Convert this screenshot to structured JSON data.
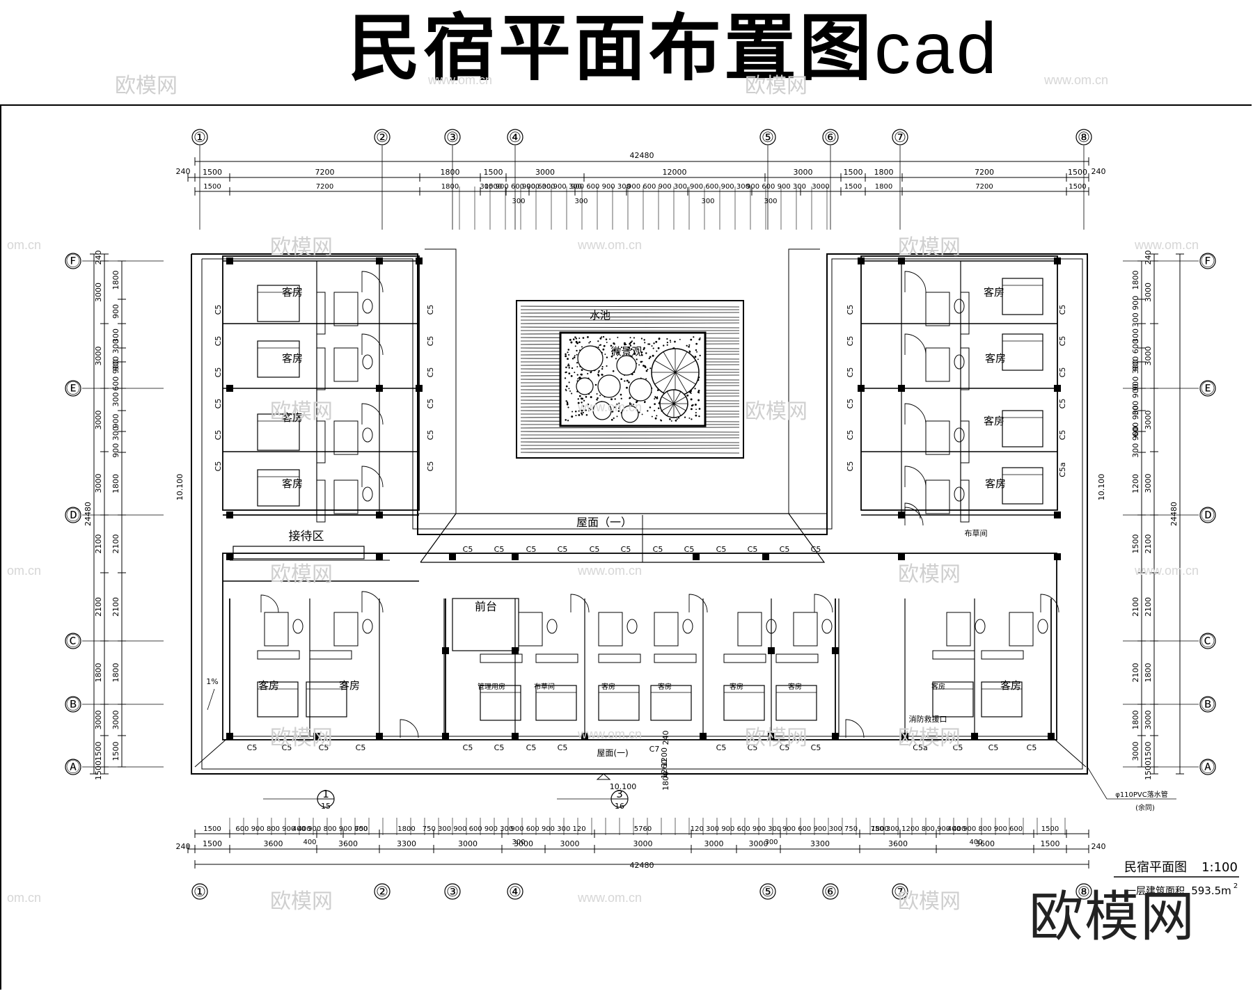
{
  "title": {
    "main": "民宿平面布置图",
    "suffix": "cad"
  },
  "axes": {
    "vertical": [
      "①",
      "②",
      "③",
      "④",
      "⑤",
      "⑥",
      "⑦",
      "⑧"
    ],
    "horizontal": [
      "Ⓕ",
      "Ⓔ",
      "Ⓓ",
      "Ⓒ",
      "Ⓑ",
      "Ⓐ"
    ]
  },
  "dimensions": {
    "total_width": "42480",
    "total_depth": "24480",
    "top_row1": [
      "240",
      "1500",
      "7200",
      "1800",
      "1500",
      "3000",
      "12000",
      "3000",
      "1500",
      "1800",
      "7200",
      "1500",
      "240"
    ],
    "top_row2": [
      "1500",
      "7200",
      "1800",
      "1500",
      "300|900|600|900|300",
      "900|600|900|300",
      "900|600|900|300",
      "900|600|900|300",
      "900|600|900|300",
      "900|600|900|300",
      "1500",
      "1800",
      "7200",
      "1500"
    ],
    "top_300": [
      "300",
      "300",
      "300",
      "300"
    ],
    "bottom_row1": [
      "1500",
      "600|900|800|900|400",
      "400|900|800|900|600",
      "750",
      "1800",
      "750|300|900|600|900|300",
      "900|600|900|300|120",
      "5760",
      "120|300|900|600|900|300",
      "900|600|900|300|750",
      "1800",
      "750|300|1200|800|900|400",
      "400|900|800|900|600",
      "1500"
    ],
    "bottom_row2": [
      "240",
      "1500",
      "3600",
      "3600",
      "3300",
      "3000",
      "3000",
      "3000",
      "3000",
      "3000",
      "3000",
      "3300",
      "3600",
      "3600",
      "1500",
      "240"
    ],
    "bottom_small": [
      "400",
      "300",
      "300",
      "400"
    ],
    "left_outer": [
      "240",
      "3000",
      "3000",
      "3000",
      "3000",
      "2100",
      "2100",
      "1800",
      "3000",
      "1500",
      "1500",
      "240"
    ],
    "left_inner": [
      "1800",
      "900",
      "300",
      "900|300",
      "600|900",
      "300",
      "900",
      "900|300",
      "1800",
      "2100",
      "2100",
      "1800",
      "3000",
      "1500",
      "1500"
    ],
    "right_outer": [
      "240",
      "3000",
      "3000",
      "3000",
      "3000",
      "2100",
      "2100",
      "1800",
      "3000",
      "1500",
      "1500",
      "240"
    ],
    "right_inner": [
      "1800",
      "300|900",
      "300",
      "900|600",
      "900|300",
      "300|900",
      "600|900",
      "300|900",
      "1200",
      "1500",
      "2100",
      "2100",
      "1800",
      "3000",
      "1500",
      "1500"
    ],
    "elevation": "10.100",
    "slope": "1%",
    "ramp_dims": [
      "1800",
      "1260",
      "1200",
      "240"
    ]
  },
  "rooms": {
    "guest": "客房",
    "reception": "接待区",
    "front_desk": "前台",
    "roof": "屋面（一）",
    "roof_small": "屋面(一)",
    "linen": "布草间",
    "manager": "管理用房",
    "linen_small": "布草间",
    "courtyard": "水池",
    "landscape": "微景观",
    "fire_exit": "消防救援口"
  },
  "windows": {
    "c5": "C5",
    "c5a": "C5a",
    "c7": "C7"
  },
  "details": {
    "ref1_num": "1",
    "ref1_sheet": "15",
    "ref3_num": "3",
    "ref3_sheet": "16",
    "drain": "φ110PVC落水管",
    "drain_note": "(余同)"
  },
  "caption": {
    "name": "民宿平面图",
    "scale": "1:100",
    "area_label": "一层建筑面积",
    "area_value": "593.5m",
    "area_sup": "2"
  },
  "watermarks": {
    "logo": "欧模网",
    "url": "www.om.cn",
    "url_short": "om.cn"
  },
  "brand": "欧模网"
}
